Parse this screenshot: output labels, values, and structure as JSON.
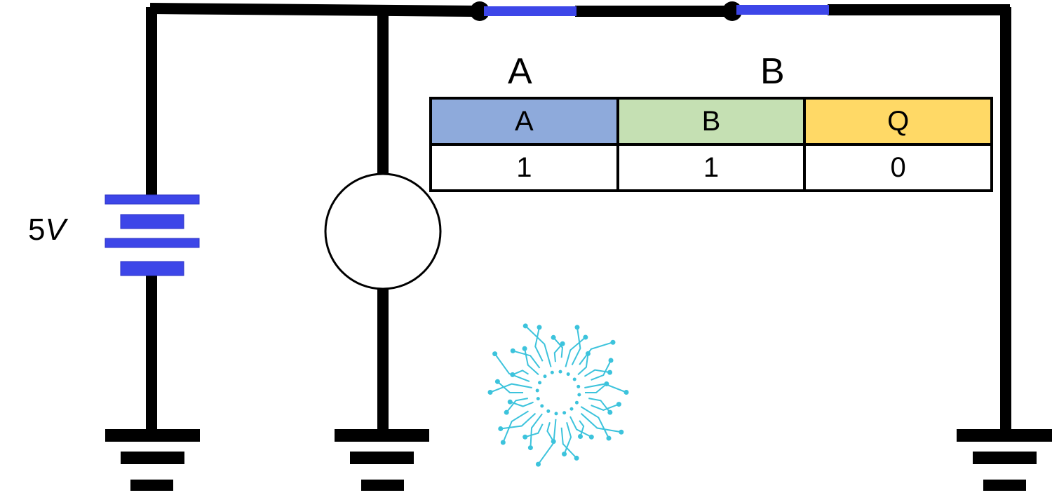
{
  "switch_labels": {
    "a": "A",
    "b": "B"
  },
  "battery": {
    "voltage_number": "5",
    "voltage_unit": "V"
  },
  "truth_table": {
    "headers": [
      "A",
      "B",
      "Q"
    ],
    "row": [
      "1",
      "1",
      "0"
    ],
    "header_colors": [
      "#8eaadb",
      "#c5e0b3",
      "#ffd966"
    ]
  },
  "colors": {
    "wire": "#000000",
    "switch_contact": "#3d46e8",
    "battery_plate": "#3d46e8",
    "logo": "#3cc3dc"
  },
  "icons": [
    "circuit-logo-icon",
    "lamp-icon",
    "ground-icon",
    "battery-icon"
  ]
}
